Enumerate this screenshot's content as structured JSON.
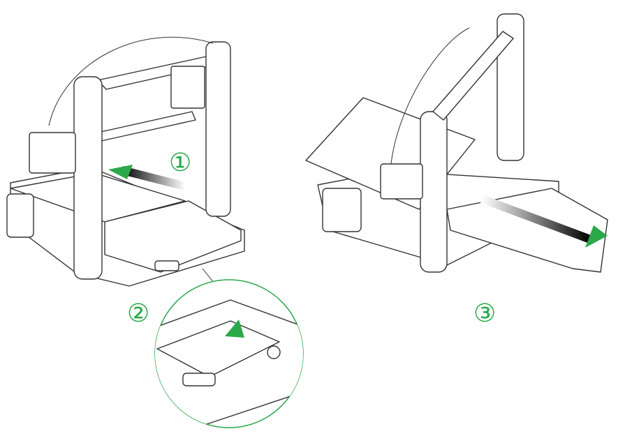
{
  "steps": [
    "①",
    "②",
    "③"
  ],
  "colors": {
    "accent": "#2aa84a",
    "line": "#333333"
  }
}
